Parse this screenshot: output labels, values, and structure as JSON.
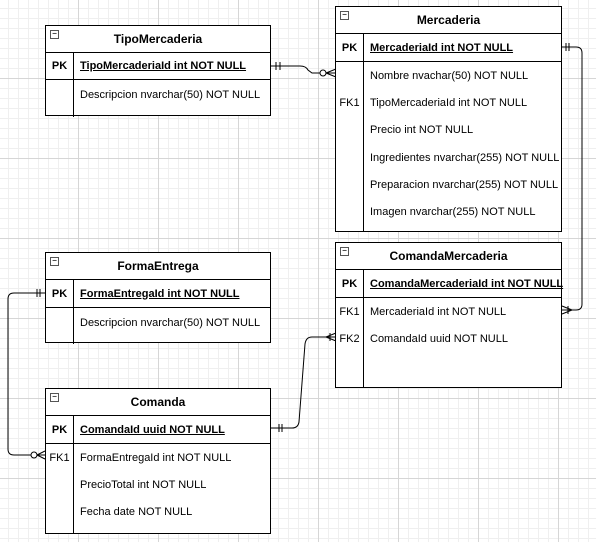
{
  "tables": {
    "tipo_mercaderia": {
      "title": "TipoMercaderia",
      "pk_key": "PK",
      "pk_field": "TipoMercaderiaId int NOT NULL",
      "fields": [
        {
          "key": "",
          "text": "Descripcion nvarchar(50) NOT NULL"
        }
      ]
    },
    "mercaderia": {
      "title": "Mercaderia",
      "pk_key": "PK",
      "pk_field": "MercaderiaId int NOT NULL",
      "fields": [
        {
          "key": "",
          "text": "Nombre nvachar(50) NOT NULL"
        },
        {
          "key": "FK1",
          "text": "TipoMercaderiaId int NOT NULL"
        },
        {
          "key": "",
          "text": "Precio int NOT NULL"
        },
        {
          "key": "",
          "text": "Ingredientes nvarchar(255) NOT NULL"
        },
        {
          "key": "",
          "text": "Preparacion nvarchar(255) NOT NULL"
        },
        {
          "key": "",
          "text": "Imagen nvarchar(255) NOT NULL"
        }
      ]
    },
    "forma_entrega": {
      "title": "FormaEntrega",
      "pk_key": "PK",
      "pk_field": "FormaEntregaId int NOT NULL",
      "fields": [
        {
          "key": "",
          "text": "Descripcion nvarchar(50) NOT NULL"
        }
      ]
    },
    "comanda_mercaderia": {
      "title": "ComandaMercaderia",
      "pk_key": "PK",
      "pk_field": "ComandaMercaderiaId int NOT NULL",
      "fields": [
        {
          "key": "FK1",
          "text": "MercaderiaId int NOT NULL"
        },
        {
          "key": "FK2",
          "text": "ComandaId uuid NOT NULL"
        }
      ]
    },
    "comanda": {
      "title": "Comanda",
      "pk_key": "PK",
      "pk_field": "ComandaId uuid NOT NULL",
      "fields": [
        {
          "key": "FK1",
          "text": "FormaEntregaId int NOT NULL"
        },
        {
          "key": "",
          "text": "PrecioTotal int NOT NULL"
        },
        {
          "key": "",
          "text": "Fecha date NOT NULL"
        }
      ]
    }
  },
  "collapse_icon_glyph": "−"
}
